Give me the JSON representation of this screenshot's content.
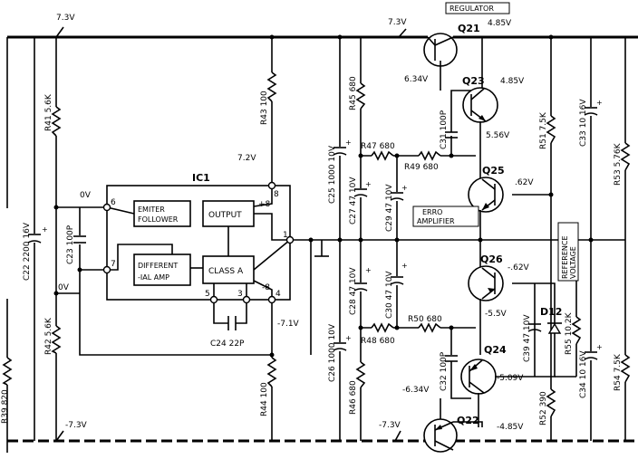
{
  "rails": {
    "top_left": "7.3V",
    "top_right": "7.3V",
    "bottom_left": "-7.3V",
    "bottom_right": "-7.3V"
  },
  "ic1": {
    "name": "IC1",
    "block_emitter": [
      "EMITER",
      "FOLLOWER"
    ],
    "block_output": "OUTPUT",
    "block_diff": [
      "DIFFERENT",
      "-IAL AMP"
    ],
    "block_classa": "CLASS A",
    "pins": {
      "p1": "1",
      "p3": "3",
      "p4": "4",
      "p5": "5",
      "p6": "6",
      "p7": "7",
      "p8": "8"
    },
    "plus8": "+8",
    "minus8": "-8"
  },
  "voltages": {
    "v72": "7.2V",
    "v0a": "0V",
    "v0b": "0V",
    "vm71": "-7.1V",
    "v634": "6.34V",
    "v485a": "4.85V",
    "v485b": "4.85V",
    "v556": "5.56V",
    "v62": ".62V",
    "vm62": "-.62V",
    "vm55": "-5.5V",
    "vm634": "-6.34V",
    "vm509": "-5.09V",
    "vm485": "-4.85V"
  },
  "transistors": {
    "q21": "Q21",
    "q22": "Q22",
    "q23": "Q23",
    "q24": "Q24",
    "q25": "Q25",
    "q26": "Q26"
  },
  "tags": {
    "regulator": "REGULATOR",
    "error_amp": [
      "ERRO",
      "AMPLIFIER"
    ],
    "reference": [
      "REFERENCE",
      "VOLTAGE"
    ]
  },
  "components": {
    "r41": "R41 5.6K",
    "r42": "R42 5.6K",
    "c22": "C22 2200 16V",
    "c23": "C23 100P",
    "r43": "R43 100",
    "r44": "R44 100",
    "c24": "C24 22P",
    "r45": "R45 680",
    "r46": "R46 680",
    "c25": "C25 1000 10V",
    "c26": "C26 1000 10V",
    "c27": "C27 47 10V",
    "c28": "C28 47 10V",
    "c29": "C29 47 10V",
    "c30": "C30 47 10V",
    "c31": "C31 100P",
    "c32": "C32 100P",
    "r47": "R47 680",
    "r48": "R48 680",
    "r49": "R49 680",
    "r50": "R50 680",
    "r51": "R51 7.5K",
    "r52": "R52 390",
    "c33": "C33 10 16V",
    "c34": "C34 10 16V",
    "c39": "C39 47 10V",
    "d12": "D12",
    "r55": "R55 10.2K",
    "r53": "R53 5.76K",
    "r54": "R54 7.5K",
    "r39": "R39 820"
  }
}
